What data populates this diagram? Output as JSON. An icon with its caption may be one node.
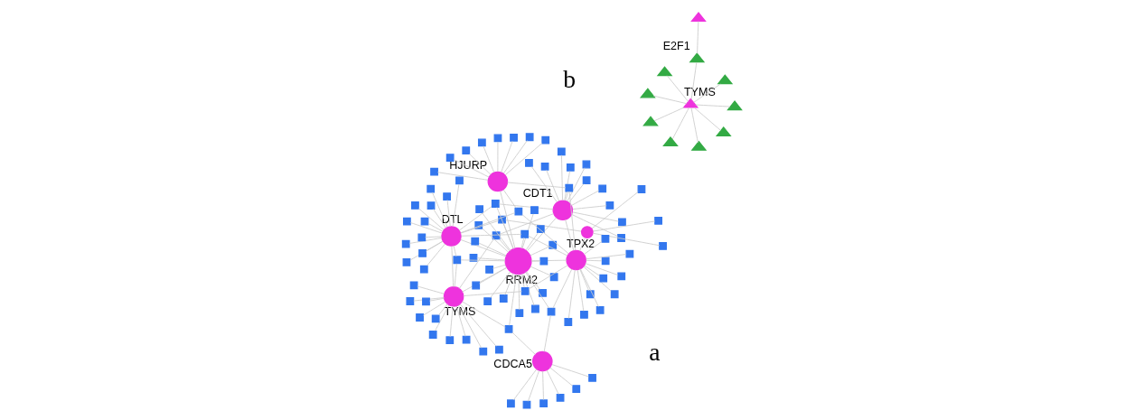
{
  "diagram": {
    "nodes": [
      {
        "text": [],
        "shape": "circle",
        "beside": [
          "CDCA5"
        ]
      },
      {
        "text": [],
        "shape": "circle",
        "beside": [
          "CDT1"
        ]
      },
      {
        "text": [],
        "shape": "circle"
      },
      {
        "text": [],
        "shape": "circle",
        "beside": [
          "HJURP"
        ]
      },
      {
        "text": [],
        "shape": "circle",
        "beside": [
          "RRM2"
        ]
      },
      {
        "text": [],
        "shape": "circle",
        "beside": [
          "DTL"
        ]
      },
      {
        "text": [],
        "shape": "circle",
        "beside": [
          "TPX2"
        ]
      },
      {
        "text": [],
        "shape": "circle",
        "beside": [
          "TYMS"
        ]
      },
      {
        "text": [],
        "shape": "box"
      },
      {
        "text": [],
        "shape": "box"
      },
      {
        "text": [],
        "shape": "box"
      },
      {
        "text": [],
        "shape": "box"
      },
      {
        "text": [],
        "shape": "box"
      },
      {
        "text": [],
        "shape": "box"
      },
      {
        "text": [],
        "shape": "box"
      },
      {
        "text": [],
        "shape": "box"
      },
      {
        "text": [],
        "shape": "box"
      },
      {
        "text": [],
        "shape": "box"
      },
      {
        "text": [],
        "shape": "box"
      },
      {
        "text": [],
        "shape": "box"
      },
      {
        "text": [],
        "shape": "box"
      },
      {
        "text": [],
        "shape": "box"
      },
      {
        "text": [],
        "shape": "box"
      },
      {
        "text": [],
        "shape": "box"
      },
      {
        "text": [],
        "shape": "box"
      },
      {
        "text": [],
        "shape": "box"
      },
      {
        "text": [],
        "shape": "box"
      },
      {
        "text": [],
        "shape": "box"
      },
      {
        "text": [],
        "shape": "box"
      },
      {
        "text": [],
        "shape": "box"
      },
      {
        "text": [],
        "shape": "box"
      },
      {
        "text": [],
        "shape": "box"
      },
      {
        "text": [],
        "shape": "box"
      },
      {
        "text": [],
        "shape": "box"
      },
      {
        "text": [],
        "shape": "box"
      },
      {
        "text": [],
        "shape": "box"
      },
      {
        "text": [],
        "shape": "box"
      },
      {
        "text": [],
        "shape": "box"
      },
      {
        "text": [],
        "shape": "box"
      },
      {
        "text": [],
        "shape": "box"
      },
      {
        "text": [],
        "shape": "box"
      },
      {
        "text": [],
        "shape": "box"
      },
      {
        "text": [],
        "shape": "box"
      },
      {
        "text": [],
        "shape": "box"
      },
      {
        "text": [],
        "shape": "box"
      },
      {
        "text": [],
        "shape": "box"
      },
      {
        "text": [],
        "shape": "box"
      },
      {
        "text": [],
        "shape": "box"
      },
      {
        "text": [],
        "shape": "box"
      },
      {
        "text": [],
        "shape": "box"
      },
      {
        "text": [],
        "shape": "box"
      },
      {
        "text": [],
        "shape": "box"
      },
      {
        "text": [],
        "shape": "box"
      },
      {
        "text": [],
        "shape": "box"
      },
      {
        "text": [],
        "shape": "box"
      },
      {
        "text": [],
        "shape": "box"
      },
      {
        "text": [],
        "shape": "box"
      },
      {
        "text": [],
        "shape": "box"
      },
      {
        "text": [],
        "shape": "box"
      },
      {
        "text": [],
        "shape": "box"
      },
      {
        "text": [],
        "shape": "box"
      },
      {
        "text": [],
        "shape": "box"
      },
      {
        "text": [],
        "shape": "box"
      },
      {
        "text": [],
        "shape": "box"
      },
      {
        "text": [],
        "shape": "box"
      },
      {
        "text": [],
        "shape": "box"
      },
      {
        "text": [],
        "shape": "box"
      },
      {
        "text": [],
        "shape": "box"
      },
      {
        "text": [],
        "shape": "box"
      },
      {
        "text": [],
        "shape": "box"
      },
      {
        "text": [],
        "shape": "box"
      },
      {
        "text": [],
        "shape": "box"
      },
      {
        "text": [],
        "shape": "box"
      },
      {
        "text": [],
        "shape": "box"
      },
      {
        "text": [],
        "shape": "box"
      },
      {
        "text": [],
        "shape": "box"
      },
      {
        "text": [],
        "shape": "box"
      },
      {
        "text": [],
        "shape": "box"
      },
      {
        "text": [],
        "shape": "box"
      },
      {
        "text": [],
        "shape": "box"
      },
      {
        "text": [],
        "shape": "box"
      },
      {
        "text": [],
        "shape": "box"
      },
      {
        "text": [],
        "shape": "box"
      },
      {
        "text": [],
        "shape": "box"
      },
      {
        "text": [],
        "shape": "box"
      },
      {
        "text": [],
        "shape": "box"
      },
      {
        "text": [],
        "shape": "box"
      },
      {
        "text": [],
        "shape": "box"
      },
      {
        "text": [],
        "shape": "box"
      },
      {
        "text": [],
        "shape": "box"
      },
      {
        "text": [],
        "shape": "box"
      },
      {
        "text": [],
        "shape": "box"
      },
      {
        "text": [],
        "shape": "box"
      },
      {
        "text": [],
        "shape": "triangle"
      },
      {
        "text": [],
        "shape": "triangle"
      },
      {
        "text": [],
        "shape": "triangle"
      },
      {
        "text": [],
        "shape": "triangle"
      },
      {
        "text": [],
        "shape": "triangle",
        "beside": [
          "E2F1"
        ]
      },
      {
        "text": [],
        "shape": "triangle"
      },
      {
        "text": [],
        "shape": "triangle",
        "beside": [
          "TYMS"
        ]
      },
      {
        "text": [],
        "shape": "triangle"
      },
      {
        "text": [],
        "shape": "triangle"
      },
      {
        "text": [],
        "shape": "triangle"
      },
      {
        "text": [],
        "shape": "triangle"
      }
    ],
    "edges": [
      {
        "from": 0,
        "to": 8,
        "arrow": "none"
      },
      {
        "from": 0,
        "to": 9,
        "arrow": "none"
      },
      {
        "from": 0,
        "to": 10,
        "arrow": "none"
      },
      {
        "from": 0,
        "to": 11,
        "arrow": "none"
      },
      {
        "from": 0,
        "to": 12,
        "arrow": "none"
      },
      {
        "from": 0,
        "to": 13,
        "arrow": "none"
      },
      {
        "from": 1,
        "to": 14,
        "arrow": "none"
      },
      {
        "from": 1,
        "to": 15,
        "arrow": "none"
      },
      {
        "from": 1,
        "to": 16,
        "arrow": "none"
      },
      {
        "from": 1,
        "to": 17,
        "arrow": "none"
      },
      {
        "from": 1,
        "to": 18,
        "arrow": "none"
      },
      {
        "from": 1,
        "to": 19,
        "arrow": "none"
      },
      {
        "from": 1,
        "to": 20,
        "arrow": "none"
      },
      {
        "from": 1,
        "to": 21,
        "arrow": "none"
      },
      {
        "from": 1,
        "to": 22,
        "arrow": "none"
      },
      {
        "from": 1,
        "to": 23,
        "arrow": "none"
      },
      {
        "from": 2,
        "to": 24,
        "arrow": "none"
      },
      {
        "from": 2,
        "to": 25,
        "arrow": "none"
      },
      {
        "from": 2,
        "to": 26,
        "arrow": "none"
      },
      {
        "from": 3,
        "to": 27,
        "arrow": "none"
      },
      {
        "from": 3,
        "to": 28,
        "arrow": "none"
      },
      {
        "from": 3,
        "to": 29,
        "arrow": "none"
      },
      {
        "from": 3,
        "to": 30,
        "arrow": "none"
      },
      {
        "from": 3,
        "to": 31,
        "arrow": "none"
      },
      {
        "from": 3,
        "to": 32,
        "arrow": "none"
      },
      {
        "from": 3,
        "to": 33,
        "arrow": "none"
      },
      {
        "from": 3,
        "to": 34,
        "arrow": "none"
      },
      {
        "from": 4,
        "to": 35,
        "arrow": "none"
      },
      {
        "from": 4,
        "to": 36,
        "arrow": "none"
      },
      {
        "from": 4,
        "to": 37,
        "arrow": "none"
      },
      {
        "from": 4,
        "to": 38,
        "arrow": "none"
      },
      {
        "from": 4,
        "to": 39,
        "arrow": "none"
      },
      {
        "from": 4,
        "to": 40,
        "arrow": "none"
      },
      {
        "from": 4,
        "to": 41,
        "arrow": "none"
      },
      {
        "from": 4,
        "to": 42,
        "arrow": "none"
      },
      {
        "from": 4,
        "to": 43,
        "arrow": "none"
      },
      {
        "from": 4,
        "to": 44,
        "arrow": "none"
      },
      {
        "from": 4,
        "to": 45,
        "arrow": "none"
      },
      {
        "from": 4,
        "to": 46,
        "arrow": "none"
      },
      {
        "from": 4,
        "to": 47,
        "arrow": "none"
      },
      {
        "from": 4,
        "to": 48,
        "arrow": "none"
      },
      {
        "from": 4,
        "to": 49,
        "arrow": "none"
      },
      {
        "from": 4,
        "to": 50,
        "arrow": "none"
      },
      {
        "from": 5,
        "to": 51,
        "arrow": "none"
      },
      {
        "from": 5,
        "to": 52,
        "arrow": "none"
      },
      {
        "from": 5,
        "to": 53,
        "arrow": "none"
      },
      {
        "from": 5,
        "to": 54,
        "arrow": "none"
      },
      {
        "from": 5,
        "to": 55,
        "arrow": "none"
      },
      {
        "from": 5,
        "to": 56,
        "arrow": "none"
      },
      {
        "from": 5,
        "to": 57,
        "arrow": "none"
      },
      {
        "from": 5,
        "to": 58,
        "arrow": "none"
      },
      {
        "from": 5,
        "to": 59,
        "arrow": "none"
      },
      {
        "from": 5,
        "to": 60,
        "arrow": "none"
      },
      {
        "from": 5,
        "to": 61,
        "arrow": "none"
      },
      {
        "from": 5,
        "to": 62,
        "arrow": "none"
      },
      {
        "from": 6,
        "to": 63,
        "arrow": "none"
      },
      {
        "from": 6,
        "to": 64,
        "arrow": "none"
      },
      {
        "from": 6,
        "to": 65,
        "arrow": "none"
      },
      {
        "from": 6,
        "to": 66,
        "arrow": "none"
      },
      {
        "from": 6,
        "to": 67,
        "arrow": "none"
      },
      {
        "from": 6,
        "to": 68,
        "arrow": "none"
      },
      {
        "from": 6,
        "to": 69,
        "arrow": "none"
      },
      {
        "from": 6,
        "to": 70,
        "arrow": "none"
      },
      {
        "from": 6,
        "to": 71,
        "arrow": "none"
      },
      {
        "from": 6,
        "to": 72,
        "arrow": "none"
      },
      {
        "from": 7,
        "to": 73,
        "arrow": "none"
      },
      {
        "from": 7,
        "to": 74,
        "arrow": "none"
      },
      {
        "from": 7,
        "to": 75,
        "arrow": "none"
      },
      {
        "from": 7,
        "to": 76,
        "arrow": "none"
      },
      {
        "from": 7,
        "to": 77,
        "arrow": "none"
      },
      {
        "from": 7,
        "to": 78,
        "arrow": "none"
      },
      {
        "from": 7,
        "to": 79,
        "arrow": "none"
      },
      {
        "from": 7,
        "to": 80,
        "arrow": "none"
      },
      {
        "from": 7,
        "to": 81,
        "arrow": "none"
      },
      {
        "from": 7,
        "to": 82,
        "arrow": "none"
      },
      {
        "from": 1,
        "to": 83,
        "arrow": "none"
      },
      {
        "from": 4,
        "to": 83,
        "arrow": "none"
      },
      {
        "from": 5,
        "to": 83,
        "arrow": "none"
      },
      {
        "from": 4,
        "to": 84,
        "arrow": "none"
      },
      {
        "from": 5,
        "to": 84,
        "arrow": "none"
      },
      {
        "from": 6,
        "to": 84,
        "arrow": "none"
      },
      {
        "from": 0,
        "to": 85,
        "arrow": "none"
      },
      {
        "from": 4,
        "to": 85,
        "arrow": "none"
      },
      {
        "from": 7,
        "to": 85,
        "arrow": "none"
      },
      {
        "from": 1,
        "to": 86,
        "arrow": "none"
      },
      {
        "from": 3,
        "to": 86,
        "arrow": "none"
      },
      {
        "from": 6,
        "to": 86,
        "arrow": "none"
      },
      {
        "from": 4,
        "to": 87,
        "arrow": "none"
      },
      {
        "from": 6,
        "to": 87,
        "arrow": "none"
      },
      {
        "from": 7,
        "to": 87,
        "arrow": "none"
      },
      {
        "from": 2,
        "to": 88,
        "arrow": "none"
      },
      {
        "from": 4,
        "to": 88,
        "arrow": "none"
      },
      {
        "from": 5,
        "to": 88,
        "arrow": "none"
      },
      {
        "from": 1,
        "to": 89,
        "arrow": "none"
      },
      {
        "from": 4,
        "to": 89,
        "arrow": "none"
      },
      {
        "from": 7,
        "to": 89,
        "arrow": "none"
      },
      {
        "from": 3,
        "to": 90,
        "arrow": "none"
      },
      {
        "from": 5,
        "to": 90,
        "arrow": "none"
      },
      {
        "from": 6,
        "to": 90,
        "arrow": "none"
      },
      {
        "from": 0,
        "to": 91,
        "arrow": "none"
      },
      {
        "from": 4,
        "to": 91,
        "arrow": "none"
      },
      {
        "from": 6,
        "to": 91,
        "arrow": "none"
      },
      {
        "from": 4,
        "to": 92,
        "arrow": "none"
      },
      {
        "from": 5,
        "to": 92,
        "arrow": "none"
      },
      {
        "from": 7,
        "to": 92,
        "arrow": "none"
      },
      {
        "from": 4,
        "to": 1,
        "arrow": "none"
      },
      {
        "from": 4,
        "to": 7,
        "arrow": "none"
      },
      {
        "from": 4,
        "to": 6,
        "arrow": "none"
      },
      {
        "from": 4,
        "to": 5,
        "arrow": "none"
      },
      {
        "from": 1,
        "to": 6,
        "arrow": "none"
      },
      {
        "from": 5,
        "to": 7,
        "arrow": "none"
      },
      {
        "from": 2,
        "to": 6,
        "arrow": "none"
      },
      {
        "from": 3,
        "to": 4,
        "arrow": "none"
      },
      {
        "from": 99,
        "to": 93,
        "arrow": "none"
      },
      {
        "from": 99,
        "to": 94,
        "arrow": "none"
      },
      {
        "from": 99,
        "to": 95,
        "arrow": "none"
      },
      {
        "from": 99,
        "to": 97,
        "arrow": "none"
      },
      {
        "from": 97,
        "to": 96,
        "arrow": "none"
      },
      {
        "from": 99,
        "to": 98,
        "arrow": "none"
      },
      {
        "from": 99,
        "to": 100,
        "arrow": "none"
      },
      {
        "from": 99,
        "to": 101,
        "arrow": "none"
      },
      {
        "from": 99,
        "to": 102,
        "arrow": "none"
      },
      {
        "from": 99,
        "to": 103,
        "arrow": "none"
      }
    ],
    "labels": [
      "a",
      "b"
    ]
  }
}
